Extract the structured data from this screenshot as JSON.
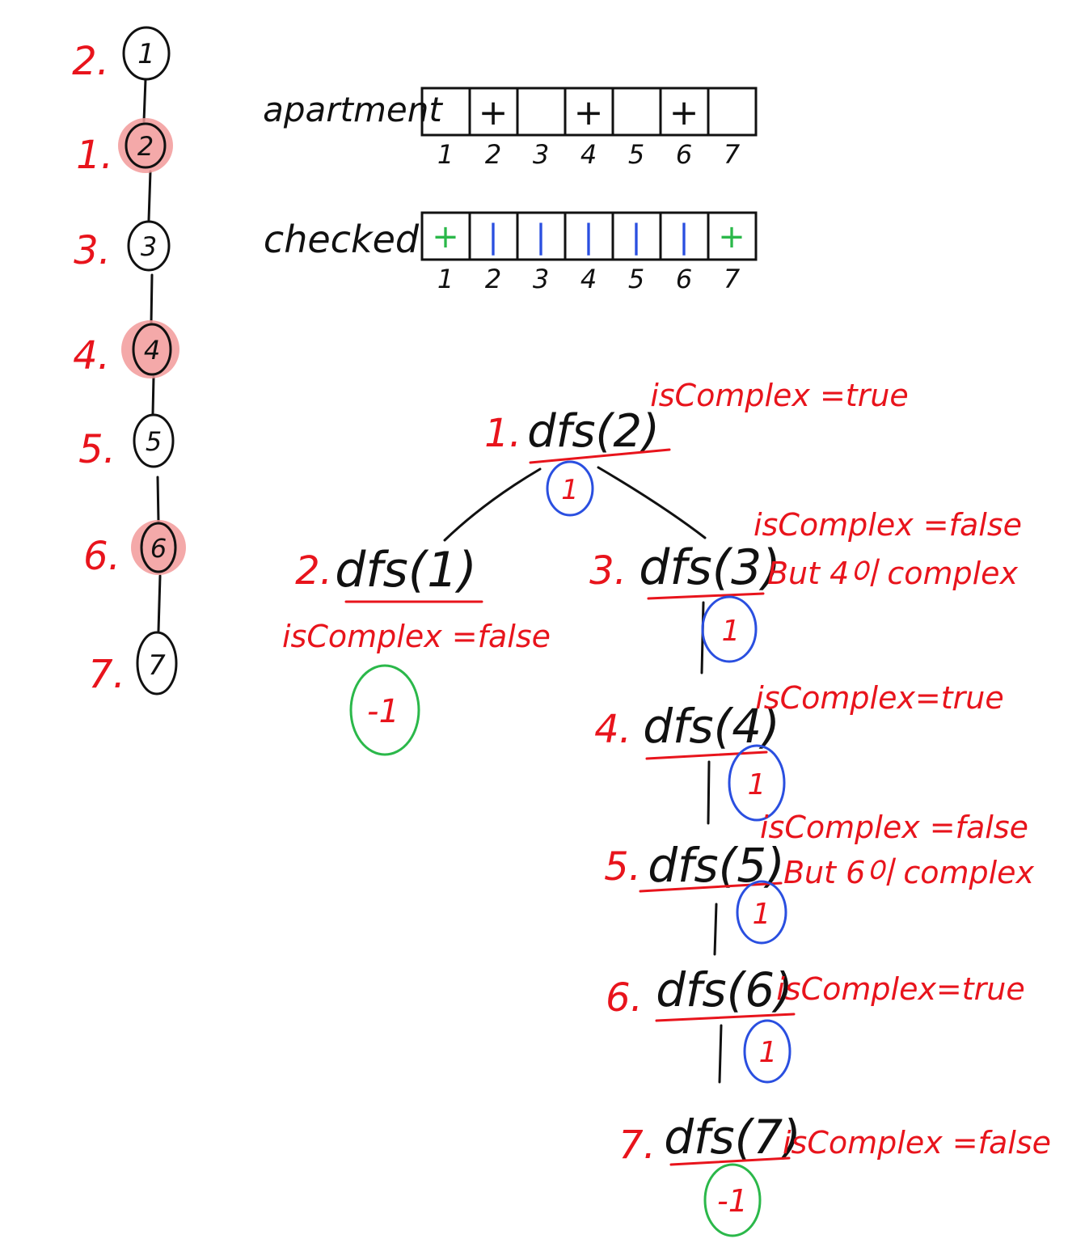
{
  "graph": {
    "nodes": [
      {
        "label": "1",
        "order": "2.",
        "highlight": false
      },
      {
        "label": "2",
        "order": "1.",
        "highlight": true
      },
      {
        "label": "3",
        "order": "3.",
        "highlight": false
      },
      {
        "label": "4",
        "order": "4.",
        "highlight": true
      },
      {
        "label": "5",
        "order": "5.",
        "highlight": false
      },
      {
        "label": "6",
        "order": "6.",
        "highlight": true
      },
      {
        "label": "7",
        "order": "7.",
        "highlight": false
      }
    ],
    "highlight_color": "#f29a9a"
  },
  "apartment": {
    "label": "apartment",
    "cells": [
      "",
      "+",
      "",
      "+",
      "",
      "+",
      ""
    ],
    "indices": [
      "1",
      "2",
      "3",
      "4",
      "5",
      "6",
      "7"
    ]
  },
  "checked": {
    "label": "checked",
    "cells": [
      {
        "mark": "+",
        "color": "#2bb84a"
      },
      {
        "mark": "|",
        "color": "#2a4fe0"
      },
      {
        "mark": "|",
        "color": "#2a4fe0"
      },
      {
        "mark": "|",
        "color": "#2a4fe0"
      },
      {
        "mark": "|",
        "color": "#2a4fe0"
      },
      {
        "mark": "|",
        "color": "#2a4fe0"
      },
      {
        "mark": "+",
        "color": "#2bb84a"
      }
    ],
    "indices": [
      "1",
      "2",
      "3",
      "4",
      "5",
      "6",
      "7"
    ]
  },
  "calls": [
    {
      "step": "1.",
      "call": "dfs(2)",
      "note": "isComplex =true",
      "note2": "",
      "result": "1",
      "result_color": "#2a4fe0"
    },
    {
      "step": "2.",
      "call": "dfs(1)",
      "note": "isComplex =false",
      "note2": "",
      "result": "-1",
      "result_color": "#2bb84a"
    },
    {
      "step": "3.",
      "call": "dfs(3)",
      "note": "isComplex =false",
      "note2": "But 4이 complex",
      "result": "1",
      "result_color": "#2a4fe0"
    },
    {
      "step": "4.",
      "call": "dfs(4)",
      "note": "isComplex=true",
      "note2": "",
      "result": "1",
      "result_color": "#2a4fe0"
    },
    {
      "step": "5.",
      "call": "dfs(5)",
      "note": "isComplex =false",
      "note2": "But 6이 complex",
      "result": "1",
      "result_color": "#2a4fe0"
    },
    {
      "step": "6.",
      "call": "dfs(6)",
      "note": "isComplex=true",
      "note2": "",
      "result": "1",
      "result_color": "#2a4fe0"
    },
    {
      "step": "7.",
      "call": "dfs(7)",
      "note": "isComplex =false",
      "note2": "",
      "result": "-1",
      "result_color": "#2bb84a"
    }
  ]
}
